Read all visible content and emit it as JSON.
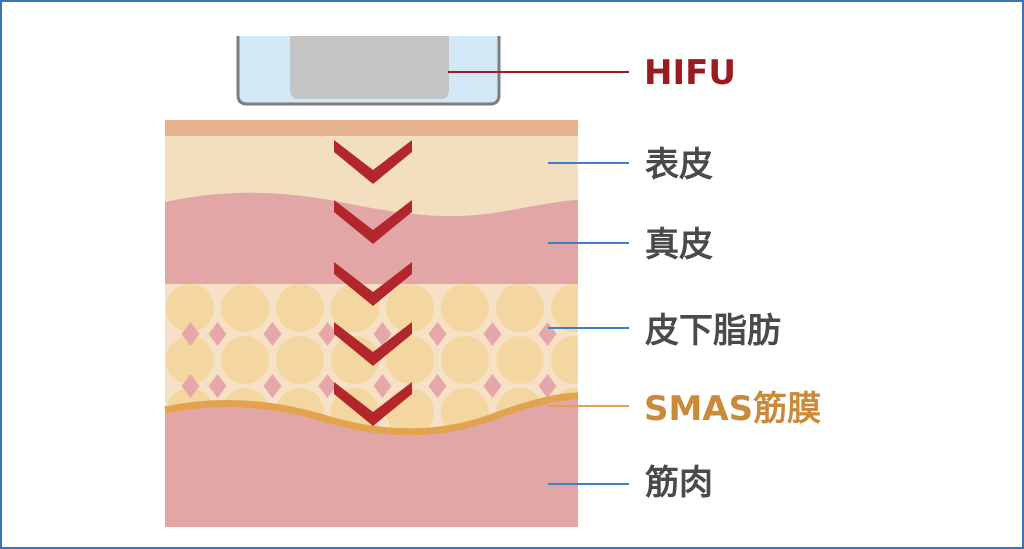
{
  "labels": {
    "hifu": "HIFU",
    "epidermis": "表皮",
    "dermis": "真皮",
    "subcutaneous_fat": "皮下脂肪",
    "smas": "SMAS筋膜",
    "muscle": "筋肉"
  },
  "colors": {
    "frame": "#3a73b6",
    "hifu": "#9a1c20",
    "layer_text": "#4a4a4a",
    "smas_text": "#c98a3a",
    "epidermis": "#f1dfbf",
    "top_strip": "#e5b48f",
    "dermis": "#e2a6a6",
    "fat_bg": "#f6e1c6",
    "fat_cell": "#f4d6a0",
    "fat_diamond": "#e5a7a7",
    "smas_line": "#e2a24e",
    "muscle": "#e2a6a6",
    "arrow": "#b3262b",
    "transducer_glass": "#d3e8f7",
    "transducer_head": "#c4c4c4",
    "leader_blue": "#3f7fc6"
  },
  "icons": {
    "transducer": "hifu-transducer-icon",
    "arrow": "chevron-down-icon"
  }
}
